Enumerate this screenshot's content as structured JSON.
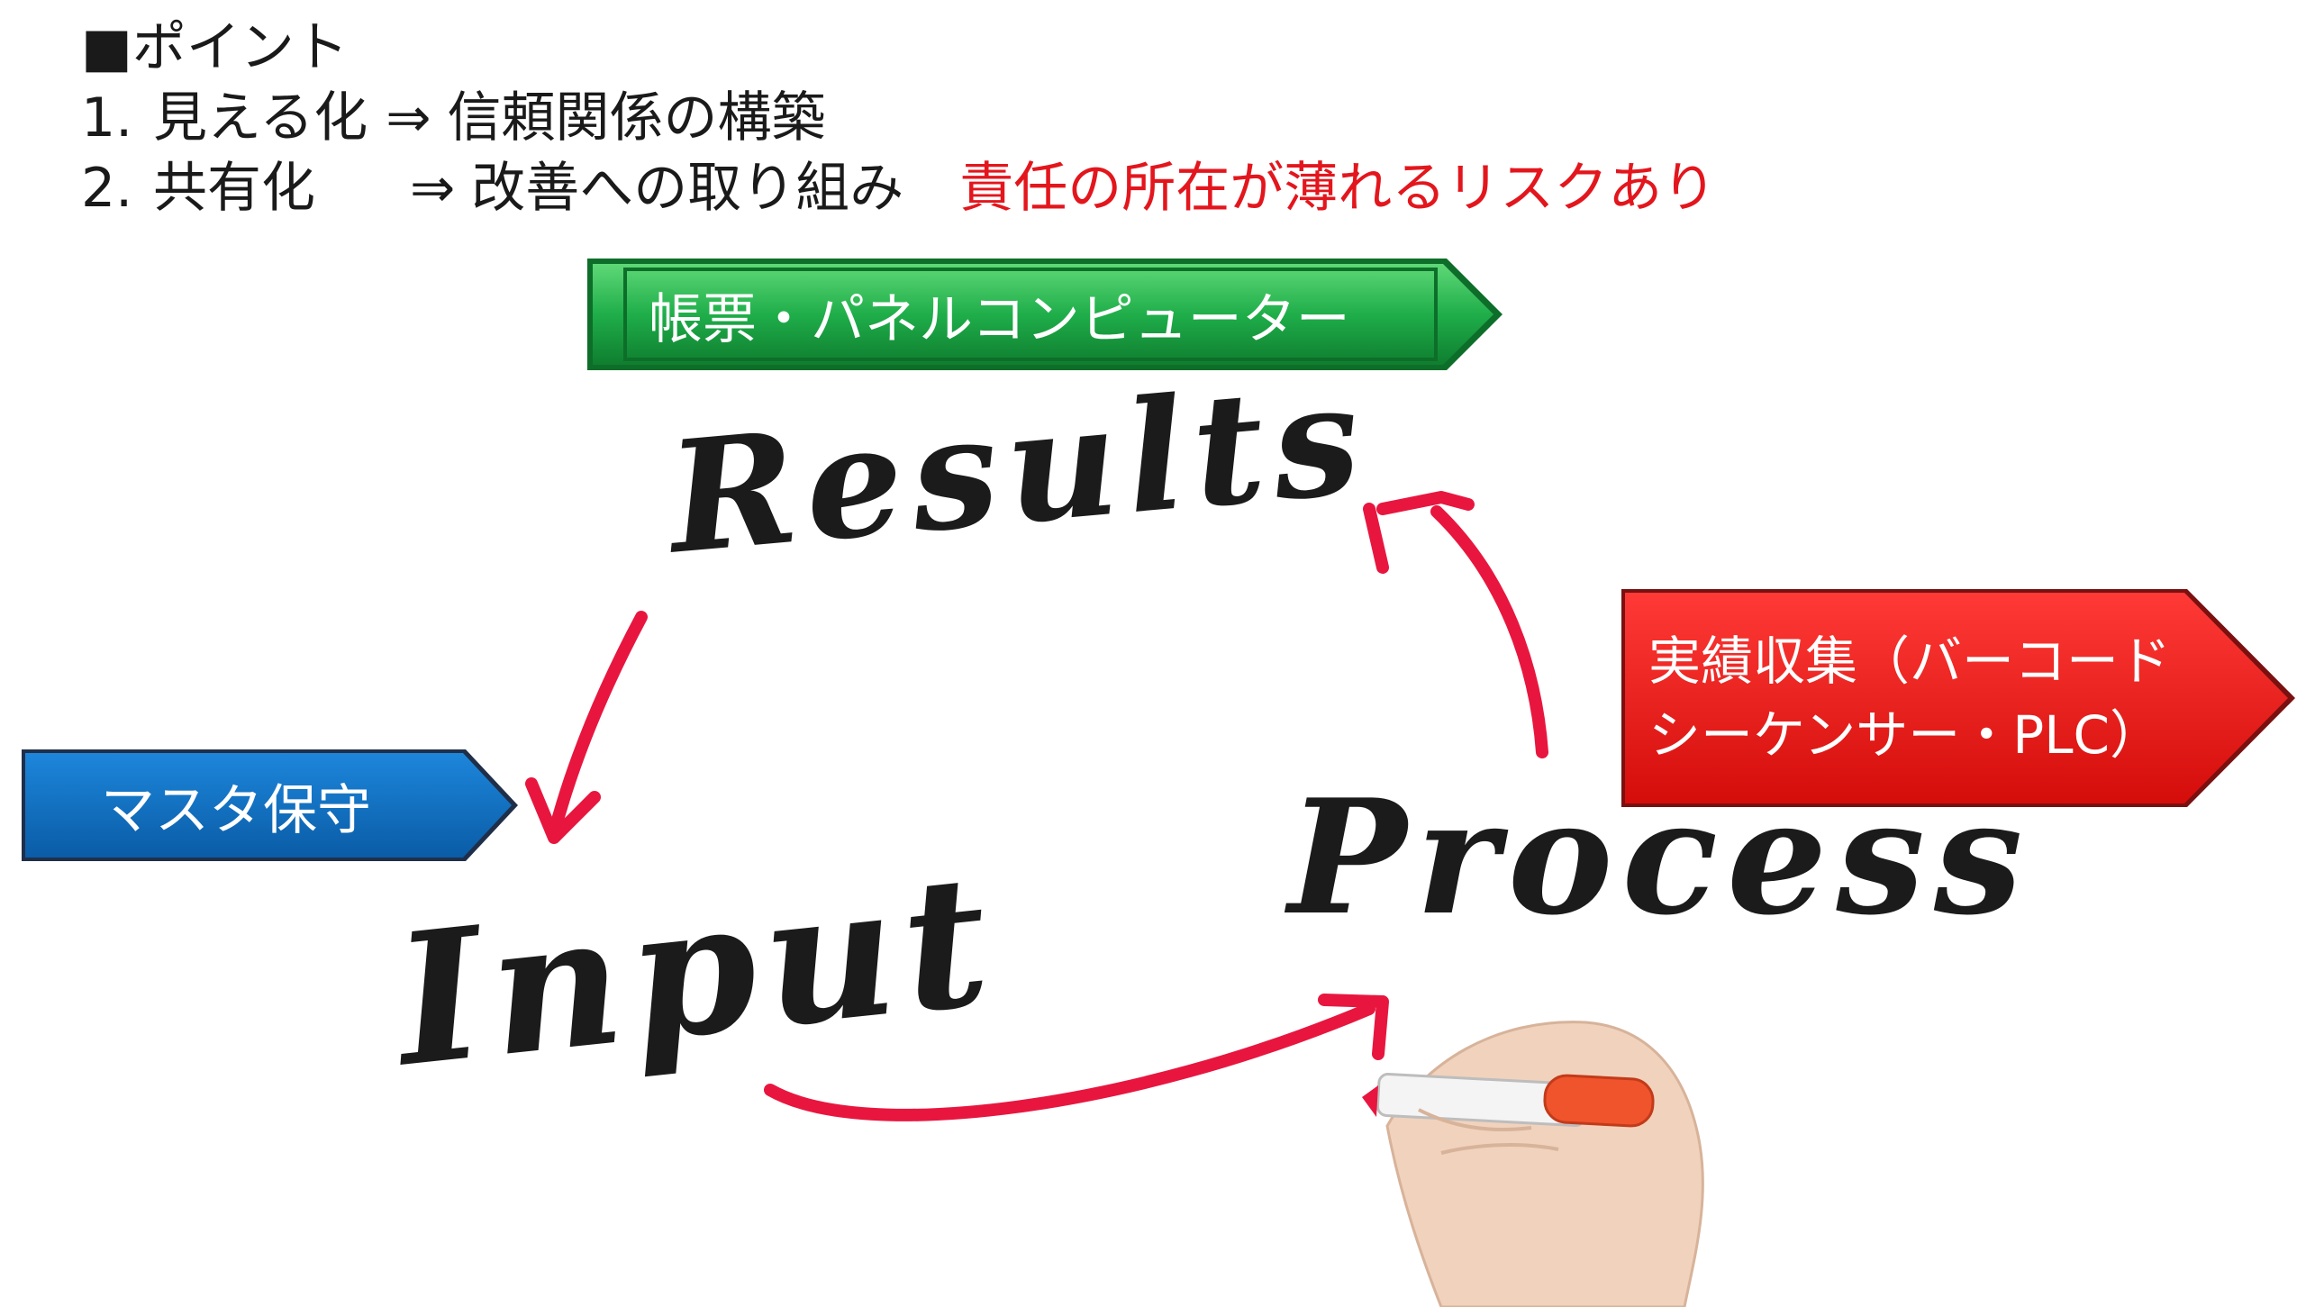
{
  "points": {
    "header": "■ポイント",
    "items": [
      {
        "num": "1.",
        "label": "見える化",
        "arrow": "⇒",
        "result": "信頼関係の構築"
      },
      {
        "num": "2.",
        "label": "共有化",
        "arrow": "⇒",
        "result": "改善への取り組み"
      }
    ],
    "risk_note": "責任の所在が薄れるリスクあり"
  },
  "banners": {
    "green": "帳票・パネルコンピューター",
    "blue": "マスタ保守",
    "red_line1": "実績収集（バーコード",
    "red_line2": "シーケンサー・PLC）"
  },
  "cycle": {
    "results": "Results",
    "input": "Input",
    "process": "Process"
  },
  "colors": {
    "arrow": "#e8163f",
    "risk_text": "#e3161d",
    "green_banner": "#1fae4a",
    "blue_banner": "#0b6fc2",
    "red_banner": "#e8120f",
    "marker_cap": "#f0542c"
  },
  "icons": [
    "hand-holding-marker-icon"
  ]
}
